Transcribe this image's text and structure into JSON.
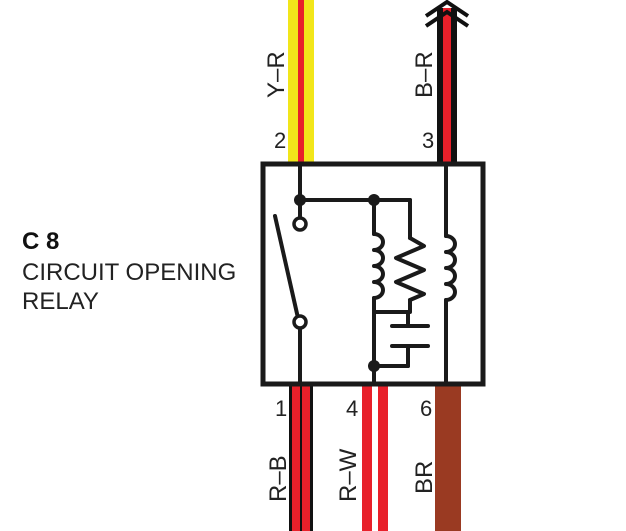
{
  "component": {
    "code": "C 8",
    "name": "CIRCUIT OPENING RELAY"
  },
  "pins": [
    {
      "number": "2",
      "wire": "Y–R"
    },
    {
      "number": "3",
      "wire": "B–R"
    },
    {
      "number": "1",
      "wire": "R–B"
    },
    {
      "number": "4",
      "wire": "R–W"
    },
    {
      "number": "6",
      "wire": "BR"
    }
  ],
  "colors": {
    "yellow": "#f2e61a",
    "red": "#e8202a",
    "black": "#111111",
    "white": "#ffffff",
    "brown": "#9a3a22",
    "outline": "#1a1a1a"
  }
}
